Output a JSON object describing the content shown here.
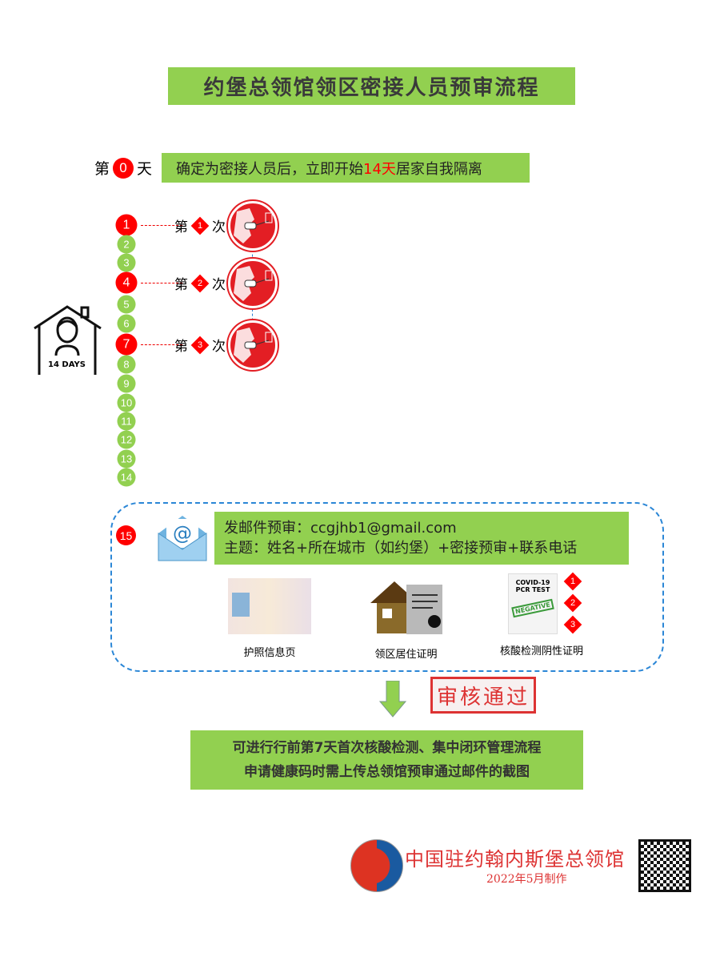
{
  "title": "约堡总领馆领区密接人员预审流程",
  "day0": {
    "prefix": "第",
    "num": "0",
    "suffix": "天",
    "text_before": "确定为密接人员后，立即开始",
    "highlight": "14天",
    "text_after": "居家自我隔离"
  },
  "home_icon_label": "14 DAYS",
  "days": [
    {
      "n": "1",
      "hl": true
    },
    {
      "n": "2",
      "hl": false
    },
    {
      "n": "3",
      "hl": false
    },
    {
      "n": "4",
      "hl": true
    },
    {
      "n": "5",
      "hl": false
    },
    {
      "n": "6",
      "hl": false
    },
    {
      "n": "7",
      "hl": true
    },
    {
      "n": "8",
      "hl": false
    },
    {
      "n": "9",
      "hl": false
    },
    {
      "n": "10",
      "hl": false
    },
    {
      "n": "11",
      "hl": false
    },
    {
      "n": "12",
      "hl": false
    },
    {
      "n": "13",
      "hl": false
    },
    {
      "n": "14",
      "hl": false
    }
  ],
  "tests": [
    {
      "prefix": "第",
      "num": "1",
      "suffix": "次"
    },
    {
      "prefix": "第",
      "num": "2",
      "suffix": "次"
    },
    {
      "prefix": "第",
      "num": "3",
      "suffix": "次"
    }
  ],
  "step15": {
    "num": "15",
    "line1": "发邮件预审：ccgjhb1@gmail.com",
    "line2": "主题：姓名+所在城市（如约堡）+密接预审+联系电话",
    "docs": [
      "护照信息页",
      "领区居住证明",
      "核酸检测阴性证明"
    ],
    "pcr_labels": [
      "COVID-19",
      "PCR TEST",
      "NEGATIVE"
    ],
    "pcr_nums": [
      "1",
      "2",
      "3"
    ]
  },
  "stamp": "审核通过",
  "bottom": {
    "line1": "可进行行前第7天首次核酸检测、集中闭环管理流程",
    "line2": "申请健康码时需上传总领馆预审通过邮件的截图"
  },
  "footer": {
    "name": "中国驻约翰内斯堡总领馆",
    "date": "2022年5月制作"
  },
  "colors": {
    "green": "#92d050",
    "red": "#ff0000",
    "blue": "#2a86d6"
  }
}
